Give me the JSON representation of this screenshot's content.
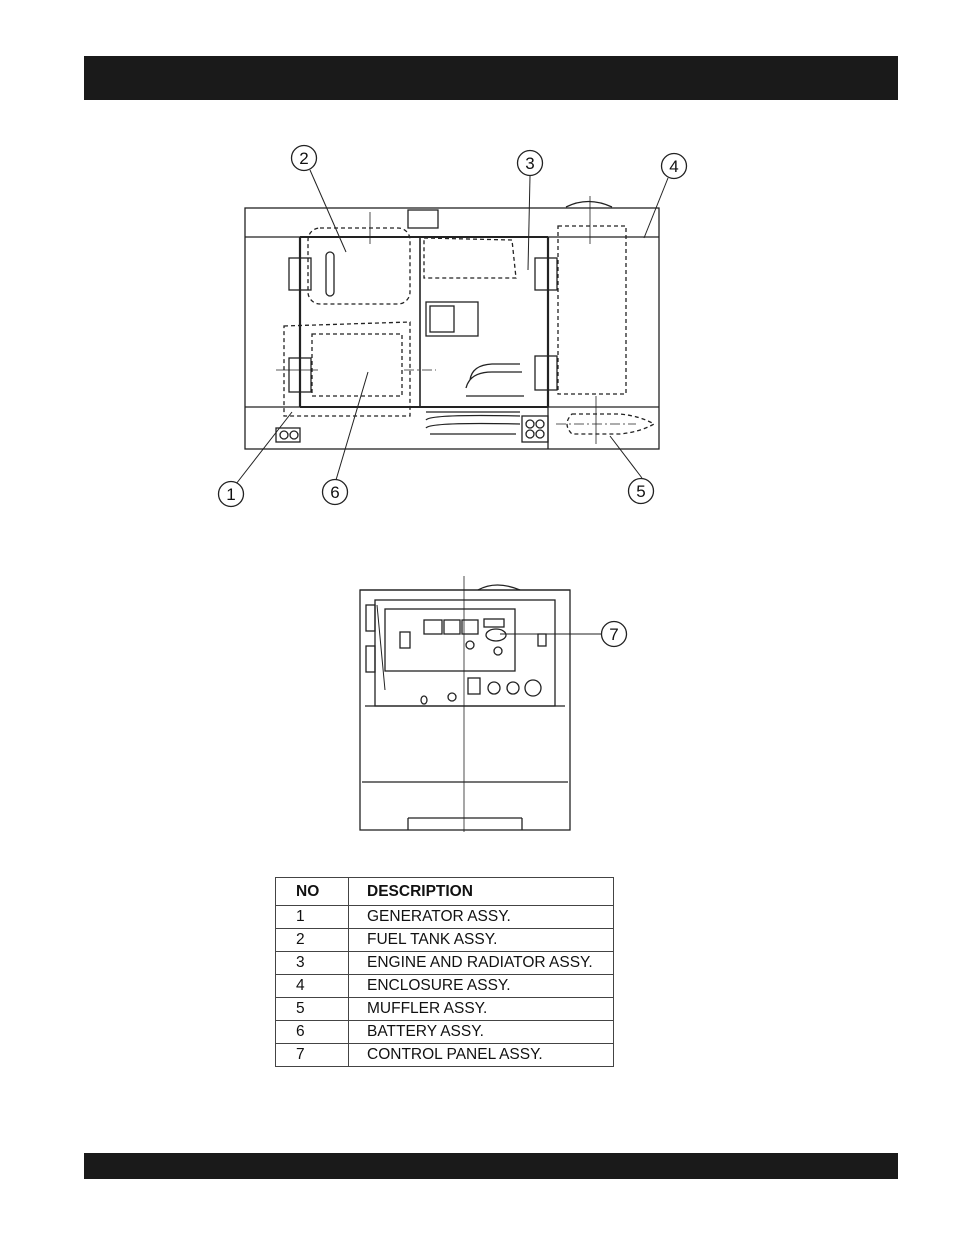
{
  "callouts": {
    "c1": "1",
    "c2": "2",
    "c3": "3",
    "c4": "4",
    "c5": "5",
    "c6": "6",
    "c7": "7"
  },
  "table": {
    "headers": {
      "no": "NO",
      "description": "DESCRIPTION"
    },
    "rows": [
      {
        "no": "1",
        "description": "GENERATOR ASSY."
      },
      {
        "no": "2",
        "description": "FUEL TANK ASSY."
      },
      {
        "no": "3",
        "description": "ENGINE AND RADIATOR ASSY."
      },
      {
        "no": "4",
        "description": "ENCLOSURE ASSY."
      },
      {
        "no": "5",
        "description": "MUFFLER ASSY."
      },
      {
        "no": "6",
        "description": "BATTERY ASSY."
      },
      {
        "no": "7",
        "description": "CONTROL PANEL ASSY."
      }
    ]
  }
}
